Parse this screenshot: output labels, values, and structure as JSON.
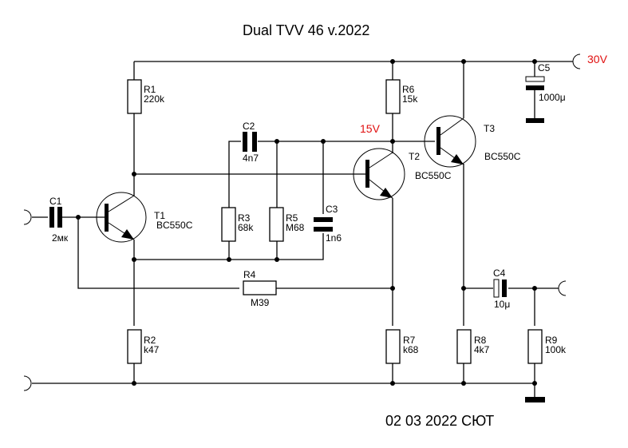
{
  "title": "Dual TVV 46 v.2022",
  "footer": "02 03 2022 СЮТ",
  "colors": {
    "wire": "#000000",
    "voltage_label": "#e01010",
    "background": "#ffffff"
  },
  "voltages": {
    "supply": "30V",
    "mid": "15V"
  },
  "components": {
    "R1": {
      "ref": "R1",
      "value": "220k"
    },
    "R2": {
      "ref": "R2",
      "value": "k47"
    },
    "R3": {
      "ref": "R3",
      "value": "68k"
    },
    "R4": {
      "ref": "R4",
      "value": "M39"
    },
    "R5": {
      "ref": "R5",
      "value": "M68"
    },
    "R6": {
      "ref": "R6",
      "value": "15k"
    },
    "R7": {
      "ref": "R7",
      "value": "k68"
    },
    "R8": {
      "ref": "R8",
      "value": "4k7"
    },
    "R9": {
      "ref": "R9",
      "value": "100k"
    },
    "C1": {
      "ref": "C1",
      "value": "2мк"
    },
    "C2": {
      "ref": "C2",
      "value": "4n7"
    },
    "C3": {
      "ref": "C3",
      "value": "1n6"
    },
    "C4": {
      "ref": "C4",
      "value": "10μ"
    },
    "C5": {
      "ref": "C5",
      "value": "1000μ"
    },
    "T1": {
      "ref": "T1",
      "type": "BC550C"
    },
    "T2": {
      "ref": "T2",
      "type": "BC550C"
    },
    "T3": {
      "ref": "T3",
      "type": "BC550C"
    }
  }
}
